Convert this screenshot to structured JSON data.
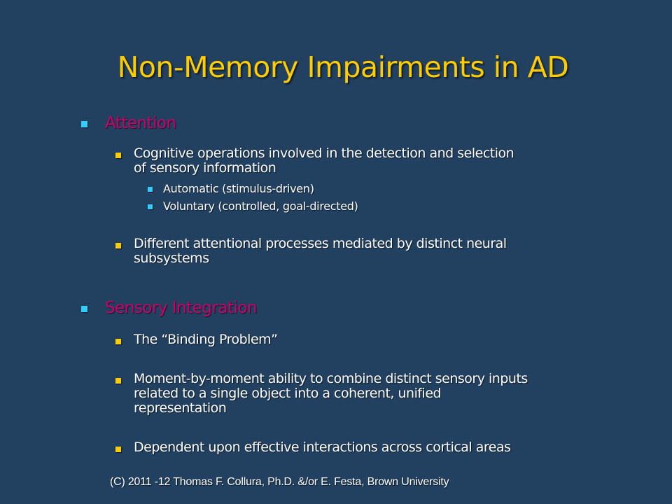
{
  "slide": {
    "title": "Non-Memory Impairments in AD",
    "sections": [
      {
        "heading": "Attention",
        "points": [
          {
            "text": "Cognitive operations involved in the detection and selection\nof sensory information",
            "subpoints": [
              "Automatic (stimulus-driven)",
              "Voluntary (controlled, goal-directed)"
            ]
          },
          {
            "text": "Different attentional processes mediated by distinct neural\nsubsystems"
          }
        ]
      },
      {
        "heading": "Sensory Integration",
        "points": [
          {
            "text": "The “Binding Problem”"
          },
          {
            "text": "Moment-by-moment ability to combine distinct sensory inputs\nrelated to a single object into a coherent, unified\nrepresentation"
          },
          {
            "text": "Dependent upon effective interactions across cortical areas"
          }
        ]
      }
    ],
    "footer": "(C) 2011 -12 Thomas F. Collura, Ph.D. &/or E. Festa, Brown University"
  },
  "colors": {
    "background": "#224160",
    "title": "#ffcc00",
    "heading": "#cc0066",
    "body_text": "#ffffff",
    "bullet_level1": "#33ccff",
    "bullet_level2": "#ffcc00",
    "bullet_level3": "#33ccff"
  },
  "icons": {
    "bullet_level1": "square-bullet-icon",
    "bullet_level2": "square-bullet-icon",
    "bullet_level3": "square-bullet-icon"
  }
}
